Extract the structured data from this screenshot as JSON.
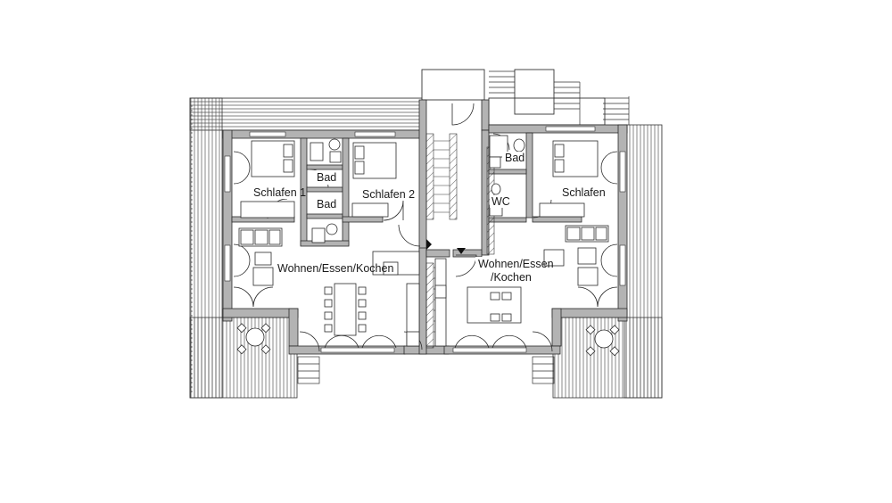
{
  "rooms": {
    "schlafen_1": "Schlafen 1",
    "bad_top_left": "Bad",
    "bad_bottom_left": "Bad",
    "schlafen_2": "Schlafen 2",
    "wohnen_left": "Wohnen/Essen/Kochen",
    "bad_right": "Bad",
    "wc_right": "WC",
    "schlafen_right": "Schlafen",
    "wohnen_right_line1": "Wohnen/Essen",
    "wohnen_right_line2": "/Kochen"
  },
  "colors": {
    "wall": "#b3b3b3",
    "line": "#2a2a2a",
    "deck": "#555555"
  }
}
